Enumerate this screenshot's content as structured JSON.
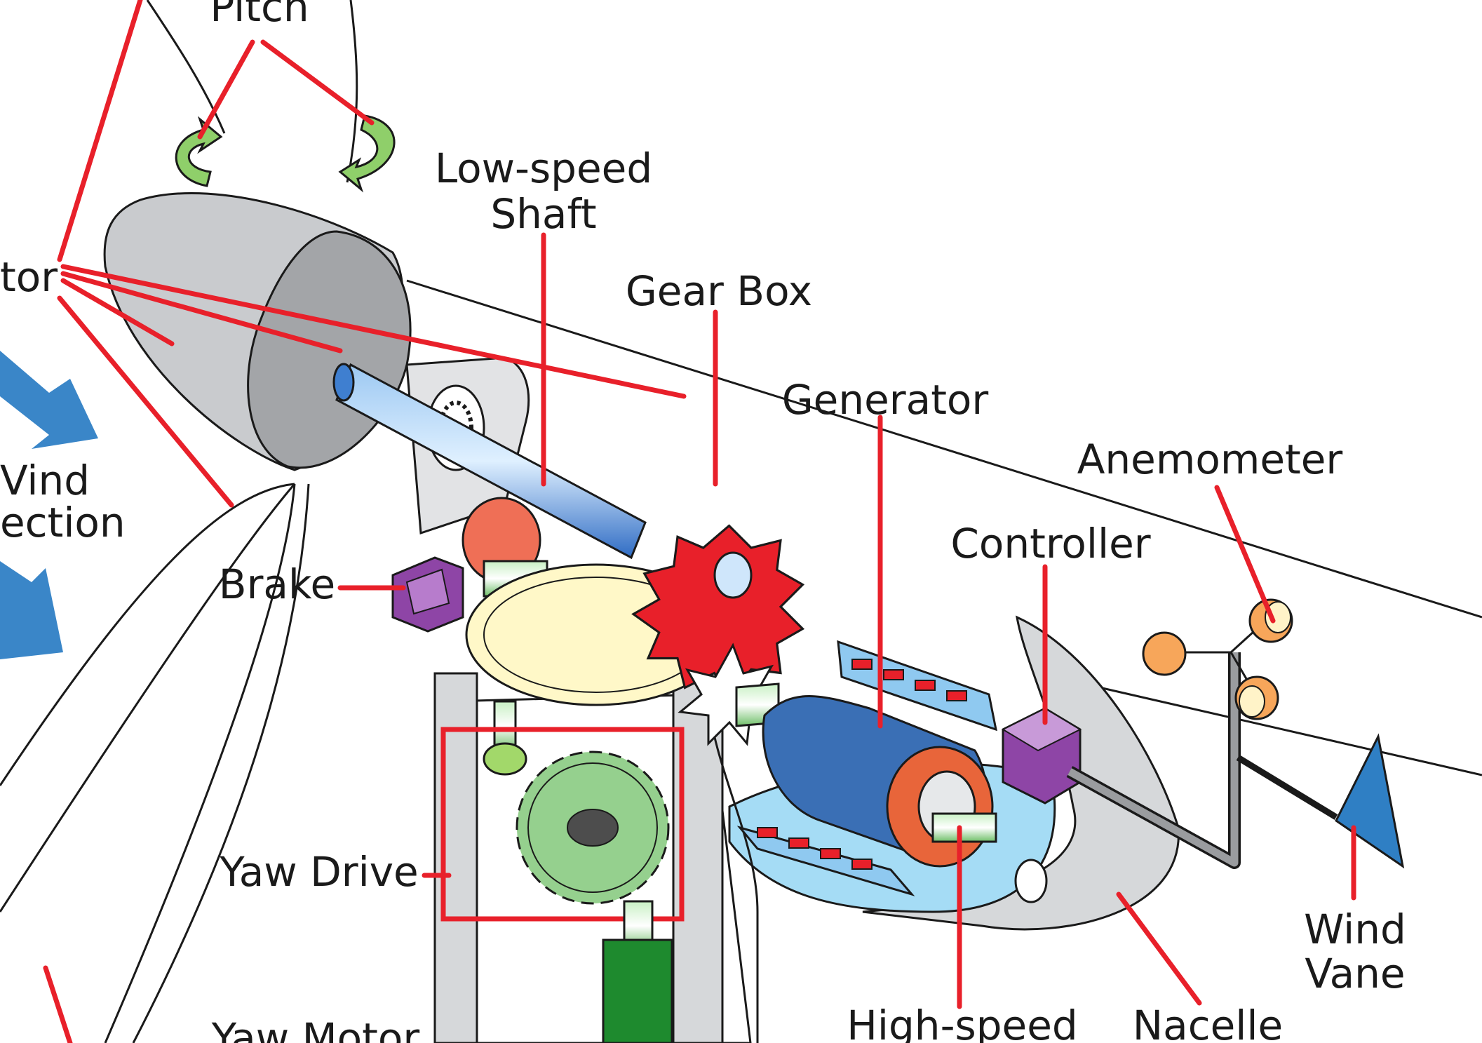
{
  "labels": {
    "pitch": "Pitch",
    "rotor": "tor",
    "low_speed_shaft_1": "Low-speed",
    "low_speed_shaft_2": "Shaft",
    "gear_box": "Gear Box",
    "generator": "Generator",
    "anemometer": "Anemometer",
    "controller": "Controller",
    "wind_direction_1": "Vind",
    "wind_direction_2": "ection",
    "brake": "Brake",
    "yaw_drive": "Yaw Drive",
    "yaw_motor": "Yaw Motor",
    "high_speed_shaft": "High-speed",
    "nacelle": "Nacelle",
    "wind_vane_1": "Wind",
    "wind_vane_2": "Vane"
  },
  "colors": {
    "leader_line": "#e8202a",
    "gear_box": "#e8202a",
    "wind_arrow": "#3a86c8",
    "shaft": "#3f7fd0",
    "brake": "#8e45a6",
    "yaw_gear": "#95d08e",
    "yaw_motor": "#1e8a2e",
    "generator_core": "#3a6fb5",
    "generator_end": "#e8653a",
    "nacelle_base": "#a5dcf5",
    "wind_vane": "#2f7fc4",
    "anemometer_cup": "#f7a65a",
    "pitch_arrow": "#8fcf6a"
  }
}
